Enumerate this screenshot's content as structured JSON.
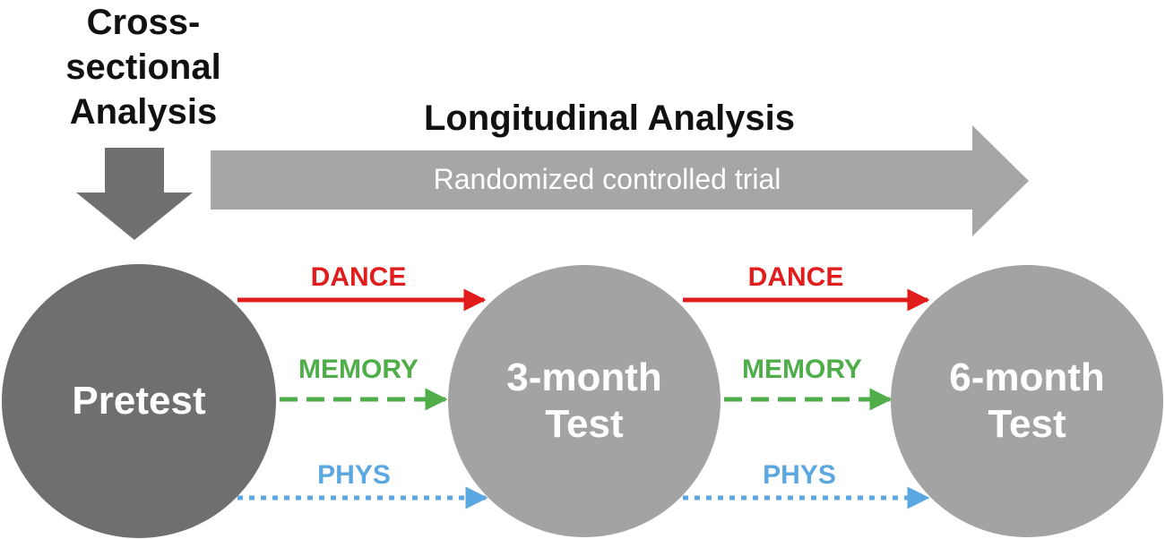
{
  "cross_sectional": {
    "lines": [
      "Cross-",
      "sectional",
      "Analysis"
    ]
  },
  "longitudinal": {
    "title": "Longitudinal Analysis",
    "subtitle": "Randomized controlled trial"
  },
  "stages": [
    {
      "label_lines": [
        "Pretest"
      ]
    },
    {
      "label_lines": [
        "3-month",
        "Test"
      ]
    },
    {
      "label_lines": [
        "6-month",
        "Test"
      ]
    }
  ],
  "interventions": [
    {
      "label": "DANCE",
      "color": "#e11c1c",
      "line_style": "solid"
    },
    {
      "label": "MEMORY",
      "color": "#4fae4a",
      "line_style": "dashed"
    },
    {
      "label": "PHYS",
      "color": "#5ba7e2",
      "line_style": "dotted"
    }
  ],
  "colors": {
    "pretest_circle": "#6f6f6f",
    "test_circle": "#a3a3a3",
    "down_arrow": "#707070",
    "long_arrow": "#a6a6a6"
  }
}
